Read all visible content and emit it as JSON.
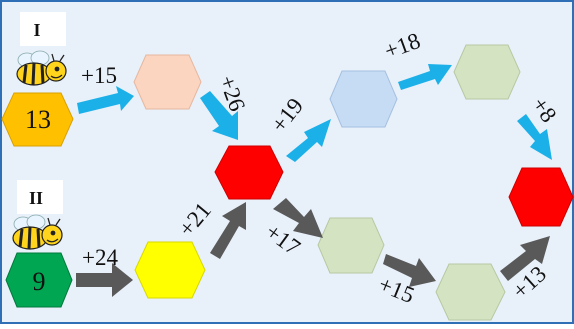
{
  "players": [
    {
      "roman": "I",
      "start_value": "13",
      "color": "#ffc000"
    },
    {
      "roman": "II",
      "start_value": "9",
      "color": "#00a651"
    }
  ],
  "steps": {
    "p1_a": "+15",
    "p1_b": "+26",
    "p1_c": "+19",
    "p1_d": "+18",
    "p1_e": "+8",
    "p2_a": "+24",
    "p2_b": "+21",
    "p2_c": "+17",
    "p2_d": "+15",
    "p2_e": "+13"
  },
  "colors": {
    "background": "#e8f0fa",
    "border": "#2e6fb5",
    "peach": "#fbd5c0",
    "light_blue": "#c6dcf4",
    "light_green": "#d4e4c2",
    "red": "#ff0000",
    "yellow": "#ffff00",
    "arrow_blue": "#1cb0e8",
    "arrow_grey": "#595959"
  }
}
